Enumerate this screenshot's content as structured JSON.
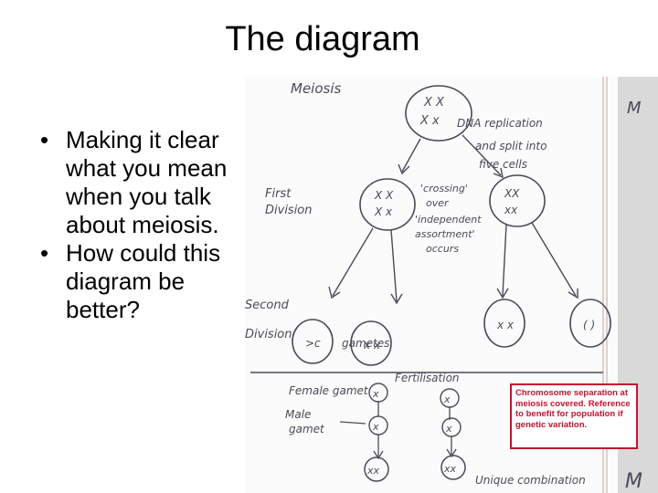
{
  "slide": {
    "title": "The diagram",
    "bullets": [
      "Making it clear what you mean when you talk about meiosis.",
      "How could this diagram be better?"
    ],
    "bullet_glyph": "•"
  },
  "diagram": {
    "heading": "Meiosis",
    "dna_note": "DNA replication and split into five cells",
    "first_division": "First Division",
    "crossing_note": "'crossing' over 'independent assortment' occurs",
    "second_division": "Second Division",
    "gametes": "gametes",
    "fertilisation": "Fertilisation",
    "female_gamet": "Female gamet",
    "male_gamet": "Male gamet",
    "unique_combination": "Unique combination",
    "margin_mark_top": "M",
    "margin_mark_bottom": "M",
    "annotation": "Chromosome separation at meiosis covered. Reference to benefit for population if genetic variation."
  },
  "colors": {
    "ink": "#4a4a5a",
    "annotation_red": "#c8102e",
    "margin_strip": "#d9d9d9"
  }
}
